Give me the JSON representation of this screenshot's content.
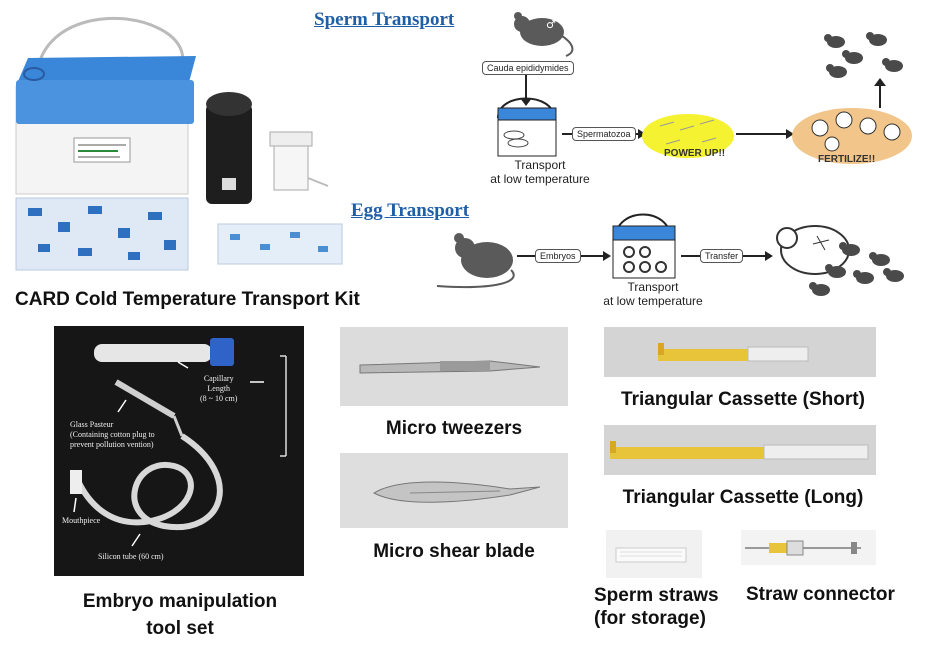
{
  "kit": {
    "caption": "CARD Cold Temperature Transport Kit"
  },
  "sperm_transport": {
    "title": "Sperm Transport",
    "source_label": "Cauda epididymides",
    "transport_label_1": "Transport",
    "transport_label_2": "at low temperature",
    "spermatozoa_label": "Spermatozoa",
    "power_up": "POWER UP!!",
    "fertilize": "FERTILIZE!!"
  },
  "egg_transport": {
    "title": "Egg Transport",
    "embryos_label": "Embryos",
    "transport_label_1": "Transport",
    "transport_label_2": "at low temperature",
    "transfer_label": "Transfer"
  },
  "embryo_tool": {
    "caption_1": "Embryo manipulation",
    "caption_2": "tool set",
    "capillary_1": "Capillary",
    "capillary_2": "Length",
    "capillary_3": "(8 ~ 10 cm)",
    "glass_1": "Glass Pasteur",
    "glass_2": "(Containing cotton plug to",
    "glass_3": "prevent pollution vention)",
    "mouthpiece": "Mouthpiece",
    "silicon": "Silicon tube (60 cm)"
  },
  "tweezers": {
    "caption": "Micro tweezers"
  },
  "shear": {
    "caption": "Micro shear blade"
  },
  "cassette_short": {
    "caption": "Triangular Cassette (Short)"
  },
  "cassette_long": {
    "caption": "Triangular Cassette (Long)"
  },
  "sperm_straws": {
    "caption_1": "Sperm straws",
    "caption_2": "(for storage)"
  },
  "straw_connector": {
    "caption": "Straw connector"
  },
  "colors": {
    "heading_blue": "#1f5fa8",
    "box_blue": "#3a86d8",
    "power_yellow": "#f5f232",
    "fertilize_orange": "#f2c58a",
    "cassette_yellow": "#e8c43a"
  }
}
